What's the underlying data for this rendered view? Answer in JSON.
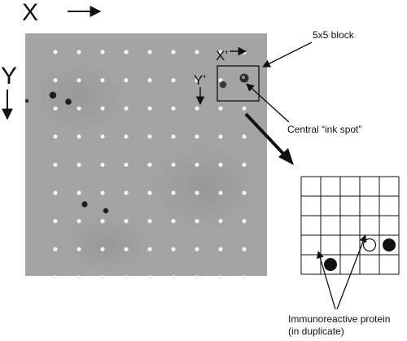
{
  "labels": {
    "x_axis": "X",
    "y_axis": "Y",
    "x_prime": "X’",
    "y_prime": "Y’",
    "block": "5x5 block",
    "ink_spot": "Central “ink spot”",
    "protein_line1": "Immunoreactive protein",
    "protein_line2": "(in duplicate)"
  },
  "colors": {
    "membrane": "#a4a4a4",
    "spot": "#f3f3f3",
    "dark_spot": "#1e1e1e",
    "ink": "#111111"
  },
  "membrane": {
    "spot_rows": 9,
    "spot_cols": 9
  },
  "grid": {
    "rows": 5,
    "cols": 5,
    "open_circle": {
      "row": 3,
      "col": 3
    },
    "filled_circles": [
      {
        "row": 3,
        "col": 4
      },
      {
        "row": 4,
        "col": 1
      }
    ]
  }
}
